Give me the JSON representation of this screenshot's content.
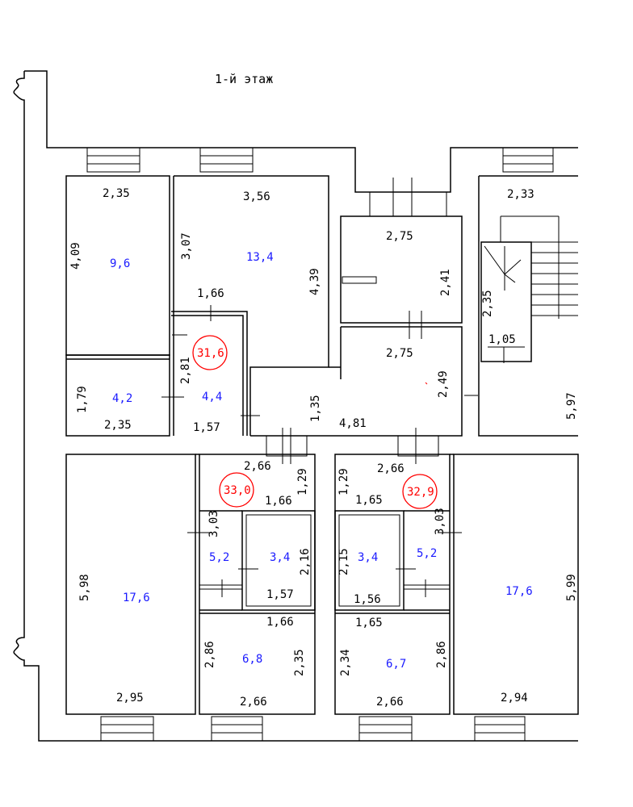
{
  "floor_title": "1-й этаж",
  "apartments": [
    "31,6",
    "33,0",
    "32,9"
  ],
  "areas": [
    "9,6",
    "13,4",
    "4,2",
    "4,4",
    "17,6",
    "5,2",
    "3,4",
    "6,8",
    "3,4",
    "5,2",
    "6,7",
    "17,6"
  ],
  "dimensions": [
    "2,35",
    "3,56",
    "2,33",
    "4,09",
    "3,07",
    "4,39",
    "2,75",
    "2,41",
    "2,35",
    "1,66",
    "1,05",
    "2,75",
    "2,81",
    "1,79",
    "2,49",
    "1,35",
    "5,97",
    "2,35",
    "1,57",
    "4,81",
    "2,66",
    "1,29",
    "1,29",
    "2,66",
    "1,66",
    "1,65",
    "3,03",
    "3,03",
    "2,16",
    "2,15",
    "5,98",
    "5,99",
    "1,57",
    "1,56",
    "1,66",
    "1,65",
    "2,86",
    "2,35",
    "2,34",
    "2,86",
    "2,95",
    "2,66",
    "2,66",
    "2,94"
  ]
}
